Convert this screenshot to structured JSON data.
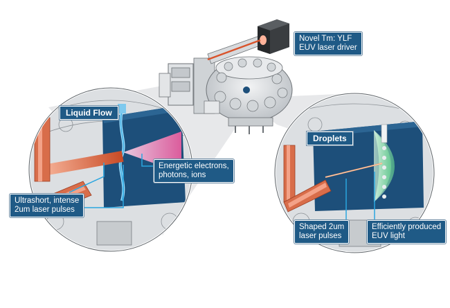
{
  "labels": {
    "driver": [
      "Novel Tm: YLF",
      "EUV laser driver"
    ],
    "liquid_flow": "Liquid Flow",
    "droplets": "Droplets",
    "energetic": [
      "Energetic electrons,",
      "photons, ions"
    ],
    "ultrashort": [
      "Ultrashort, intense",
      "2um laser pulses"
    ],
    "shaped": [
      "Shaped 2um",
      "laser pulses"
    ],
    "efficient": [
      "Efficiently produced",
      "EUV light"
    ]
  },
  "colors": {
    "label_bg": "#1f5a86",
    "chamber_blue": "#1d4f7a",
    "laser_red": "#d9532b",
    "plasma_pink": "#f06aa6",
    "euv_green": "#7fd6a0",
    "pointer_blue": "#2aa6e0"
  }
}
